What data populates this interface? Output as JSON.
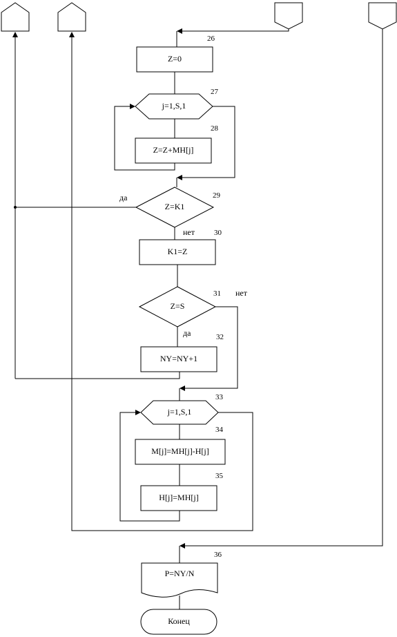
{
  "blocks": {
    "z_init": "Z=0",
    "loop1": "j=1,S,1",
    "z_sum": "Z=Z+MH[j]",
    "cond_zk1": "Z=K1",
    "k1_assign": "K1=Z",
    "cond_zs": "Z=S",
    "ny_inc": "NY=NY+1",
    "loop2": "j=1,S,1",
    "m_assign": "M[j]=MH[j]-H[j]",
    "h_assign": "H[j]=MH[j]",
    "p_assign": "P=NY/N",
    "end": "Конец"
  },
  "step_numbers": {
    "n26": "26",
    "n27": "27",
    "n28": "28",
    "n29": "29",
    "n30": "30",
    "n31": "31",
    "n32": "32",
    "n33": "33",
    "n34": "34",
    "n35": "35",
    "n36": "36"
  },
  "branch_labels": {
    "zk1_yes": "да",
    "zk1_no": "нет",
    "zs_no": "нет",
    "zs_yes": "да"
  }
}
